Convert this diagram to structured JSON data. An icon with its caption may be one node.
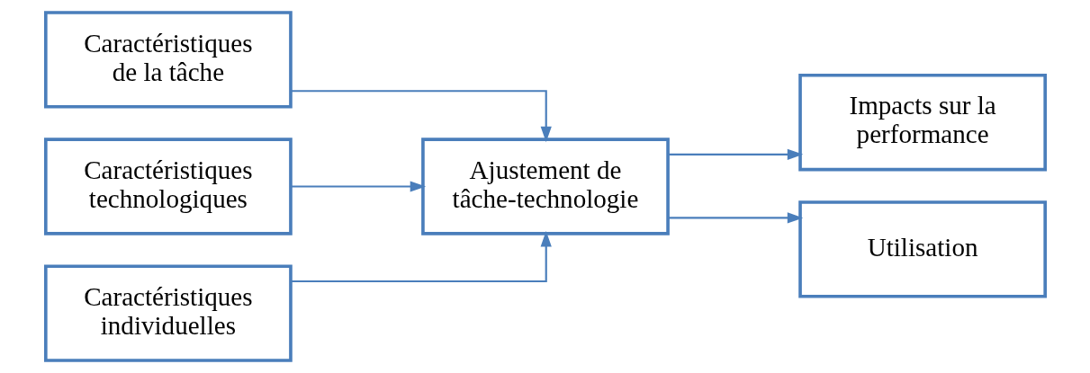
{
  "diagram": {
    "nodes": [
      {
        "text": [
          "Caractéristiques de la tâche"
        ]
      },
      {
        "text": [
          "Caractéristiques technologiques"
        ]
      },
      {
        "text": [
          "Caractéristiques individuelles"
        ]
      },
      {
        "text": [
          "Ajustement de tâche-technologie"
        ]
      },
      {
        "text": [
          "Impacts sur la performance"
        ]
      },
      {
        "text": [
          "Utilisation"
        ]
      }
    ],
    "edges": [
      {
        "from": 0,
        "to": 3,
        "arrow": "to"
      },
      {
        "from": 1,
        "to": 3,
        "arrow": "to"
      },
      {
        "from": 2,
        "to": 3,
        "arrow": "to"
      },
      {
        "from": 3,
        "to": 4,
        "arrow": "to"
      },
      {
        "from": 3,
        "to": 5,
        "arrow": "to"
      }
    ]
  }
}
